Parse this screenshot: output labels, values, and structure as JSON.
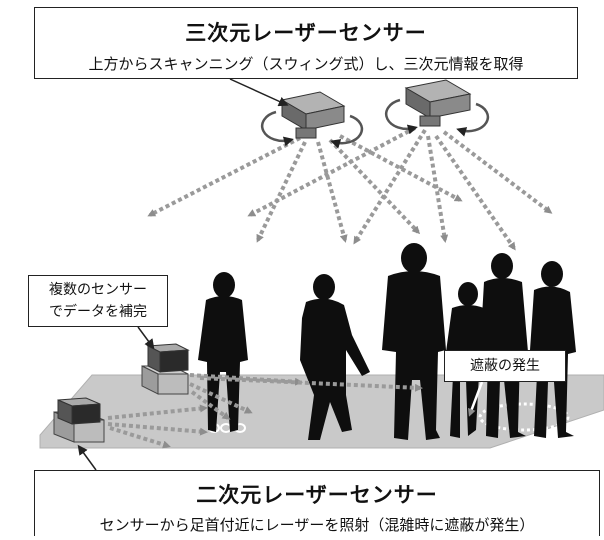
{
  "top_label": {
    "title": "三次元レーザーセンサー",
    "subtitle": "上方からスキャンニング（スウィング式）し、三次元情報を取得"
  },
  "bottom_label": {
    "title": "二次元レーザーセンサー",
    "subtitle": "センサーから足首付近にレーザーを照射（混雑時に遮蔽が発生）"
  },
  "side_label": {
    "line1": "複数のセンサー",
    "line2": "でデータを補完"
  },
  "occlusion_label": "遮蔽の発生",
  "colors": {
    "beam": "#9a9a9a",
    "floor": "#c9c9c9",
    "silhouette": "#0e0e0e",
    "sensor_top": "#9b9b9b",
    "sensor_side": "#555555"
  }
}
